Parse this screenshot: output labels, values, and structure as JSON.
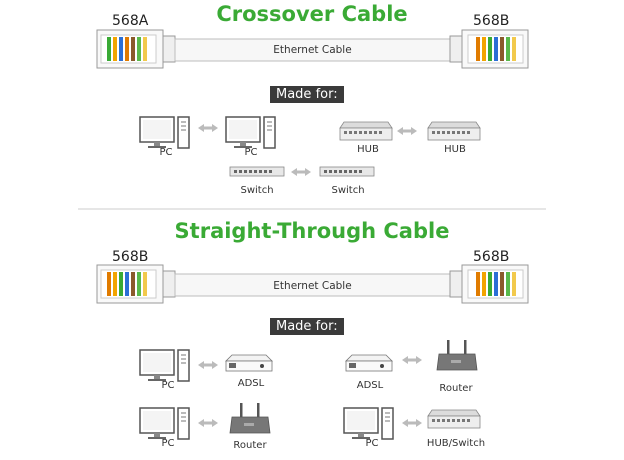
{
  "crossover": {
    "title": "Crossover Cable",
    "left_standard": "568A",
    "right_standard": "568B",
    "cable_label": "Ethernet Cable",
    "made_for": "Made for:",
    "pairs": [
      {
        "left": "PC",
        "right": "PC"
      },
      {
        "left": "HUB",
        "right": "HUB"
      },
      {
        "left": "Switch",
        "right": "Switch"
      }
    ]
  },
  "straight": {
    "title": "Straight-Through Cable",
    "left_standard": "568B",
    "right_standard": "568B",
    "cable_label": "Ethernet Cable",
    "made_for": "Made for:",
    "pairs": [
      {
        "left": "PC",
        "right": "ADSL"
      },
      {
        "left": "ADSL",
        "right": "Router"
      },
      {
        "left": "PC",
        "right": "Router"
      },
      {
        "left": "PC",
        "right": "HUB/Switch"
      }
    ]
  },
  "colors": {
    "title_green": "#3aaa35",
    "made_for_bg": "#3a3a3a",
    "cable_gray": "#bdbdbd"
  }
}
